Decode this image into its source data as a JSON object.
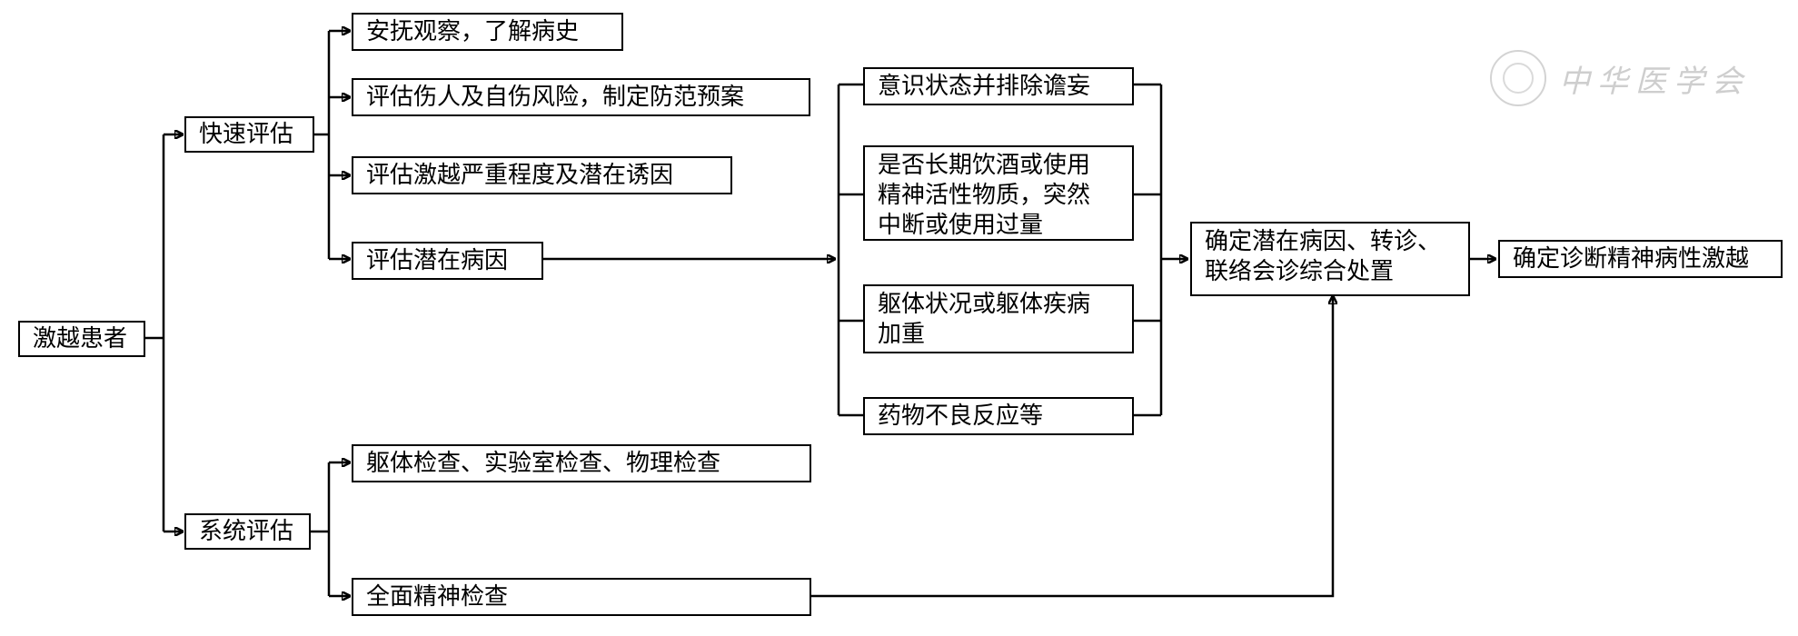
{
  "nodes": {
    "root": "激越患者",
    "fast": "快速评估",
    "system": "系统评估",
    "calm": "安抚观察，了解病史",
    "risk": "评估伤人及自伤风险，制定防范预案",
    "severity": "评估激越严重程度及潜在诱因",
    "cause": "评估潜在病因",
    "body_exam": "躯体检查、实验室检查、物理检查",
    "mental_exam": "全面精神检查",
    "consciousness": "意识状态并排除谵妄",
    "alcohol": "是否长期饮酒或使用\n精神活性物质，突然\n中断或使用过量",
    "somatic": "躯体状况或躯体疾病\n加重",
    "drug": "药物不良反应等",
    "determine": "确定潜在病因、转诊、\n联络会诊综合处置",
    "diagnose": "确定诊断精神病性激越"
  },
  "watermark": "中华医学会"
}
